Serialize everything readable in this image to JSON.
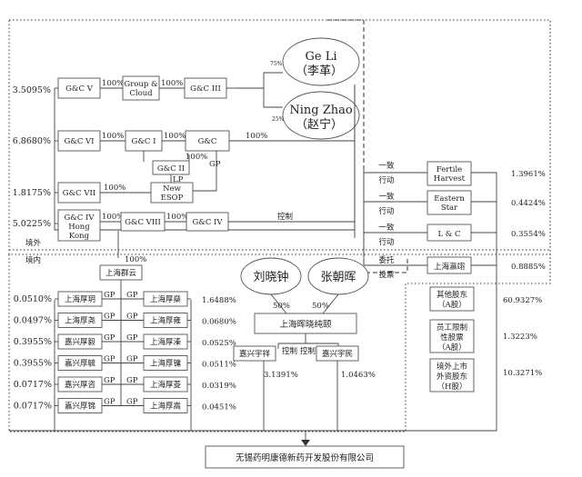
{
  "shareholders": {
    "ge_li_en": "Ge Li",
    "ge_li_cn": "（李革）",
    "ning_zhao_en": "Ning Zhao",
    "ning_zhao_cn": "（赵宁）",
    "liu": "刘晓钟",
    "zhang": "张朝晖"
  },
  "offshore_entities": {
    "gc5": "G&C V",
    "group_cloud_1": "Group &",
    "group_cloud_2": "Cloud",
    "gc3": "G&C III",
    "gc6": "G&C VI",
    "gc1": "G&C I",
    "gc": "G&C",
    "gc2": "G&C II",
    "new_esop_1": "New",
    "new_esop_2": "ESOP",
    "gc7": "G&C VII",
    "gc4hk_1": "G&C IV",
    "gc4hk_2": "Hong",
    "gc4hk_3": "Kong",
    "gc8": "G&C VIII",
    "gc4": "G&C IV"
  },
  "onshore_entities": {
    "qunyun": "上海群云",
    "left_partnerships": [
      "上海厚玥",
      "上海厚尧",
      "嘉兴厚毅",
      "嘉兴厚毓",
      "嘉兴厚咨",
      "嘉兴厚锦"
    ],
    "right_partnerships": [
      "上海厚燊",
      "上海厚雍",
      "上海厚溱",
      "上海厚镛",
      "上海厚菱",
      "上海厚嵩"
    ],
    "huixiao": "上海晖晓纯颐",
    "yuxiang": "嘉兴宇祥",
    "yumin": "嘉兴宇民",
    "company": "无锡药明康德新药开发股份有限公司"
  },
  "concert_parties": {
    "fertile_1": "Fertile",
    "fertile_2": "Harvest",
    "eastern_1": "Eastern",
    "eastern_2": "Star",
    "lc": "L & C",
    "yingyu": "上海瀛翊"
  },
  "relation_labels": {
    "concert": [
      "一致",
      "行动"
    ],
    "entrust": [
      "委托",
      "投票"
    ],
    "control": "控制",
    "gp": "GP",
    "lp": "LP"
  },
  "region_labels": {
    "outside": "境外",
    "inside": "境内"
  },
  "share_classes": {
    "other_a_1": "其他股东",
    "other_a_2": "（A股）",
    "restricted_1": "员工限制",
    "restricted_2": "性股票",
    "restricted_3": "（A股）",
    "h_1": "境外上市",
    "h_2": "外资股东",
    "h_3": "（H股）"
  },
  "percentages": {
    "gc5": "3.5095%",
    "gc6": "6.8680%",
    "gc7": "1.8175%",
    "gc4hk": "5.0225%",
    "fertile": "1.3961%",
    "eastern": "0.4424%",
    "lc": "0.3554%",
    "yingyu": "0.8885%",
    "other_a": "60.9327%",
    "restricted": "1.3223%",
    "h": "10.3271%",
    "left_partnerships": [
      "0.0510%",
      "0.0497%",
      "0.3955%",
      "0.3955%",
      "0.0717%",
      "0.0717%"
    ],
    "right_partnerships": [
      "1.6488%",
      "0.0680%",
      "0.0525%",
      "0.0511%",
      "0.0319%",
      "0.0451%"
    ],
    "yuxiang": "3.1391%",
    "yumin": "1.0463%",
    "gc_to_company": "100%",
    "hundred": "100%",
    "ge_li_share": "75%",
    "ning_zhao_share": "25%",
    "liu_share": "50%",
    "zhang_share": "50%"
  }
}
